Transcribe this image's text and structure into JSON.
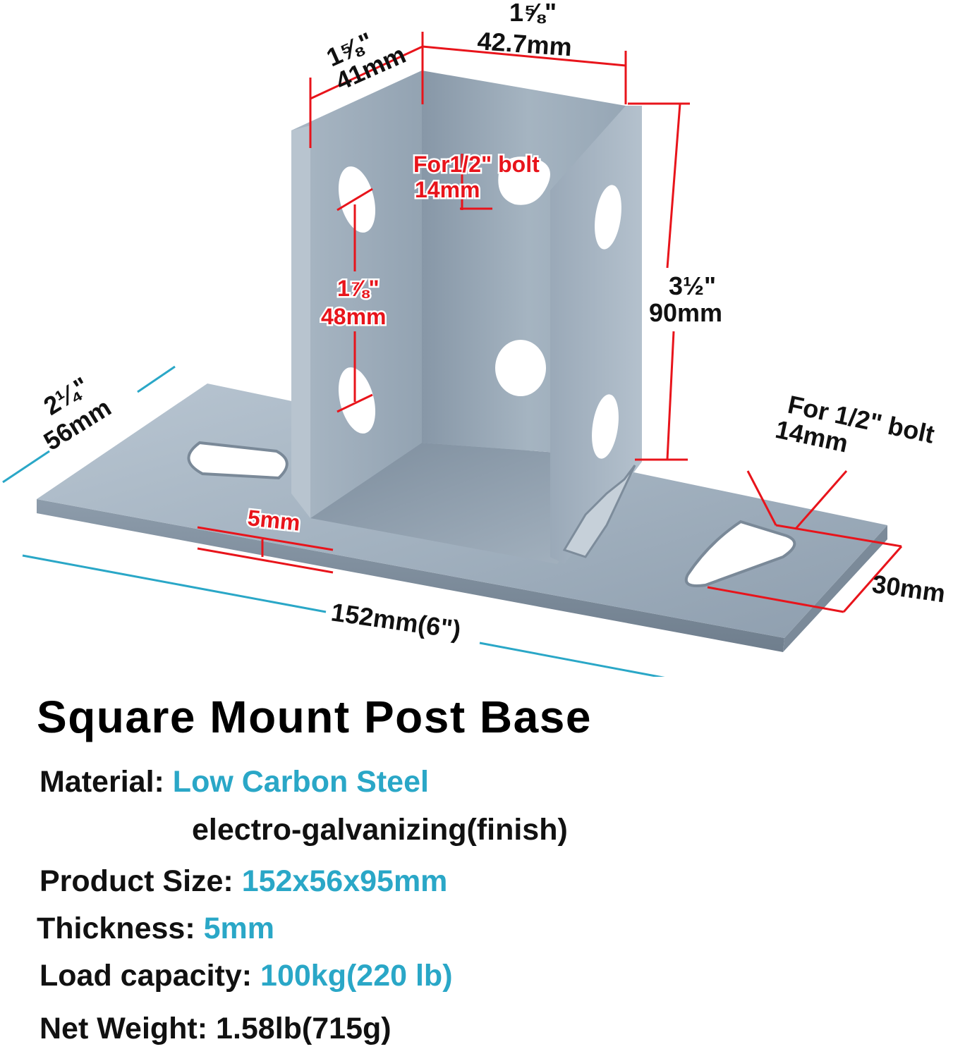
{
  "colors": {
    "accent_blue": "#2aa7c7",
    "dimension_red": "#e8141b",
    "steel": "#9fb0bf",
    "text": "#111111"
  },
  "dimensions": {
    "slot_width": {
      "fraction": "1⅝\"",
      "metric": "41mm"
    },
    "side_width": {
      "fraction": "1⅝\"",
      "metric": "42.7mm"
    },
    "top_bolt": {
      "label": "For1/2\" bolt",
      "metric": "14mm"
    },
    "height": {
      "fraction": "3½\"",
      "metric": "90mm"
    },
    "hole_spacing": {
      "fraction": "1⅞\"",
      "metric": "48mm"
    },
    "plate_depth": {
      "fraction": "2¼\"",
      "metric": "56mm"
    },
    "base_bolt": {
      "label": "For 1/2\" bolt",
      "metric": "14mm"
    },
    "slot_length": {
      "metric": "30mm"
    },
    "thickness": {
      "metric": "5mm"
    },
    "length": {
      "label": "152mm(6\")"
    }
  },
  "product": {
    "title": "Square Mount Post Base",
    "specs": {
      "material_label": "Material:",
      "material_value": "Low Carbon Steel",
      "material_finish": "electro-galvanizing(finish)",
      "size_label": "Product Size:",
      "size_value": "152x56x95mm",
      "thickness_label": "Thickness:",
      "thickness_value": "5mm",
      "load_label": "Load capacity:",
      "load_value": "100kg(220 lb)",
      "weight_label": "Net Weight:",
      "weight_value": "1.58lb(715g)"
    }
  }
}
